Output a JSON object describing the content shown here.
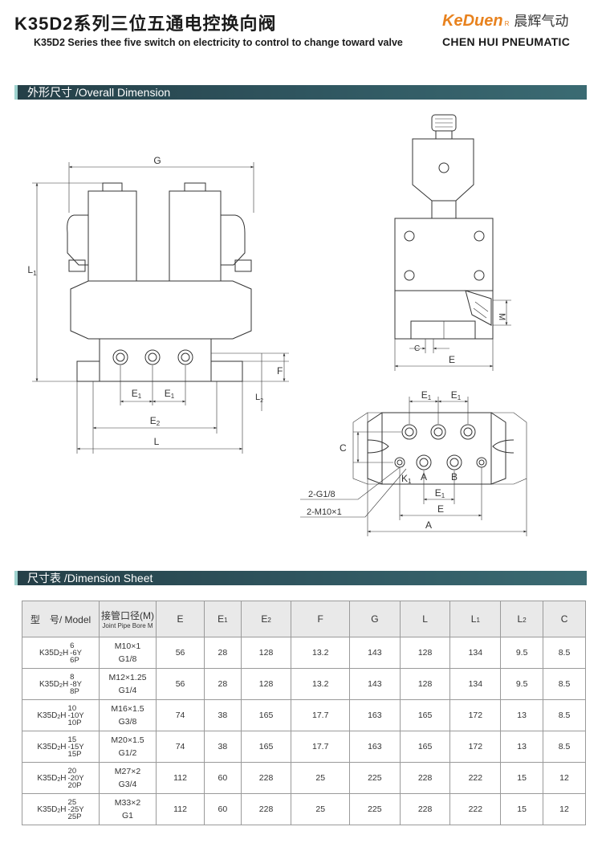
{
  "header": {
    "title_cn": "K35D2系列三位五通电控换向阀",
    "title_en": "K35D2 Series thee five switch on electricity to control to change toward valve",
    "brand": "KeDuen",
    "brand_mark": "R",
    "brand_cn": "晨辉气动",
    "brand_en": "CHEN HUI PNEUMATIC"
  },
  "section_dimension": {
    "title": "外形尺寸 /Overall Dimension"
  },
  "drawing_labels": {
    "G": "G",
    "L1": "L",
    "L1_sub": "1",
    "L2": "L",
    "L2_sub": "2",
    "F": "F",
    "E1": "E",
    "E1_sub": "1",
    "E2": "E",
    "E2_sub": "2",
    "L": "L",
    "M": "M",
    "C": "C",
    "E": "E",
    "K1": "K",
    "K1_sub": "1",
    "A": "A",
    "B": "B",
    "port_a": "A",
    "g18": "2-G1/8",
    "m10": "2-M10×1"
  },
  "section_sheet": {
    "title": "尺寸表 /Dimension Sheet"
  },
  "table": {
    "h_model": "型　号/ Model",
    "h_pipe_cn": "接管口径(M)",
    "h_pipe_en": "Joint Pipe Bore M",
    "h_E": "E",
    "h_E1": "E",
    "h_E1_sub": "1",
    "h_E2": "E",
    "h_E2_sub": "2",
    "h_F": "F",
    "h_G": "G",
    "h_L": "L",
    "h_L1": "L",
    "h_L1_sub": "1",
    "h_L2": "L",
    "h_L2_sub": "2",
    "h_C": "C",
    "model_prefix": "K35D",
    "model_sub": "2",
    "model_mid": "H",
    "rows": [
      {
        "s1": "6",
        "s2": "-6Y",
        "s3": "6P",
        "m1": "M10×1",
        "m2": "G1/8",
        "E": "56",
        "E1": "28",
        "E2": "128",
        "F": "13.2",
        "G": "143",
        "L": "128",
        "L1": "134",
        "L2": "9.5",
        "C": "8.5"
      },
      {
        "s1": "8",
        "s2": "-8Y",
        "s3": "8P",
        "m1": "M12×1.25",
        "m2": "G1/4",
        "E": "56",
        "E1": "28",
        "E2": "128",
        "F": "13.2",
        "G": "143",
        "L": "128",
        "L1": "134",
        "L2": "9.5",
        "C": "8.5"
      },
      {
        "s1": "10",
        "s2": "-10Y",
        "s3": "10P",
        "m1": "M16×1.5",
        "m2": "G3/8",
        "E": "74",
        "E1": "38",
        "E2": "165",
        "F": "17.7",
        "G": "163",
        "L": "165",
        "L1": "172",
        "L2": "13",
        "C": "8.5"
      },
      {
        "s1": "15",
        "s2": "-15Y",
        "s3": "15P",
        "m1": "M20×1.5",
        "m2": "G1/2",
        "E": "74",
        "E1": "38",
        "E2": "165",
        "F": "17.7",
        "G": "163",
        "L": "165",
        "L1": "172",
        "L2": "13",
        "C": "8.5"
      },
      {
        "s1": "20",
        "s2": "-20Y",
        "s3": "20P",
        "m1": "M27×2",
        "m2": "G3/4",
        "E": "112",
        "E1": "60",
        "E2": "228",
        "F": "25",
        "G": "225",
        "L": "228",
        "L1": "222",
        "L2": "15",
        "C": "12"
      },
      {
        "s1": "25",
        "s2": "-25Y",
        "s3": "25P",
        "m1": "M33×2",
        "m2": "G1",
        "E": "112",
        "E1": "60",
        "E2": "228",
        "F": "25",
        "G": "225",
        "L": "228",
        "L1": "222",
        "L2": "15",
        "C": "12"
      }
    ]
  }
}
